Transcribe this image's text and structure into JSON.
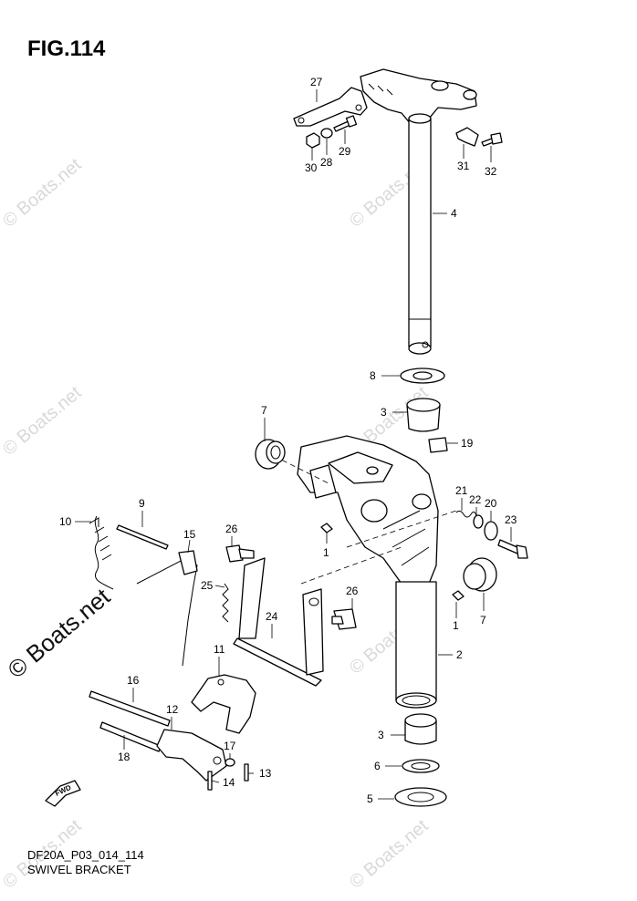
{
  "figure": {
    "title": "FIG.114",
    "code": "DF20A_P03_014_114",
    "name": "SWIVEL BRACKET",
    "fwd_label": "FWD"
  },
  "watermark": {
    "text": "© Boats.net",
    "prominent_text": "© Boats.net"
  },
  "callouts": [
    "27",
    "29",
    "28",
    "30",
    "31",
    "32",
    "4",
    "8",
    "3",
    "19",
    "7",
    "9",
    "10",
    "15",
    "26",
    "21",
    "22",
    "20",
    "23",
    "1",
    "25",
    "24",
    "26",
    "1",
    "7",
    "2",
    "11",
    "16",
    "12",
    "17",
    "18",
    "14",
    "13",
    "3",
    "6",
    "5"
  ]
}
